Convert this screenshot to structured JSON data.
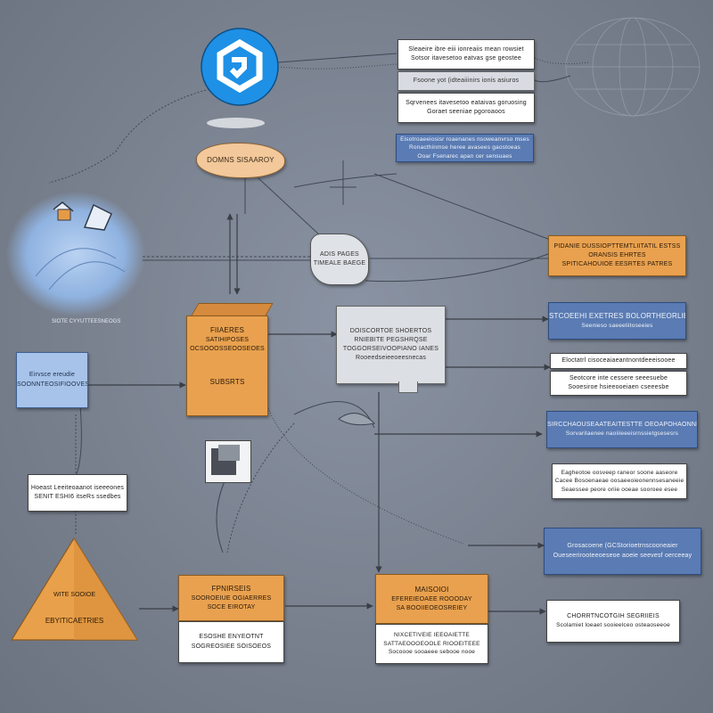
{
  "logo": {
    "icon": "hexagon-logo-icon",
    "color": "#1e90e6"
  },
  "cloud_bubble": {
    "label": "DOMNS SISAAROY"
  },
  "hub_node": {
    "lines": [
      "ADIS PAGES",
      "TIMEALE BAEGE"
    ]
  },
  "top_stack": {
    "top_lines": [
      "Sleaeire ibre eiii ionreaiis mean rowsiet",
      "Sotsor itavesetoo eatvas gse geostee"
    ],
    "middle_lines": [
      "Fsoone yot (idteaiiinirs ionis asiuros"
    ],
    "bottom_lines": [
      "Sqrvenees itavesetoo eataivas goruosing",
      "Goraet seeniae pgoroaoos"
    ]
  },
  "blue_top_right": {
    "lines": [
      "Eisotroaeeiosisr roaenanes nsoweanvrso mses",
      "Ronacthinmse heree avasees gaostoeas",
      "Ooar Fsenarec apan cer sensuaes"
    ]
  },
  "orange_right": {
    "lines": [
      "PIDANIE DUSSIOPTTEMTLIITATIL ESTSS",
      "ORANSIS EHRTES",
      "SPITICAHOUIOE EESRTES PATRES"
    ]
  },
  "blue_right_2": {
    "lines": [
      "STCOEEHI EXETRES BOLORTHEORLIEHEN",
      "Seenieso saeeeliitoseeies"
    ]
  },
  "white_right_stack": {
    "top": "Eloctatrl cisoceaiaeantnontdeeeisooee",
    "bottom": [
      "Seotcore inte cessere seeesuebe",
      "Sooesiroe hsieeooeiaen cseeesbe"
    ]
  },
  "blue_right_3": {
    "lines": [
      "SIRCCHAOUSEAATEAITESTTE OEOAPOHAONNIDS",
      "Sorvaritaenee naoiiieeeisrnssietgsesesrs"
    ]
  },
  "white_right_4": {
    "lines": [
      "Eagheotoe oosveep raneor soone aaseore",
      "Cacee Bosoenaeae oosaeeoieonennsesaneeie",
      "Seaessee peore oriie ooeae sooroee esee"
    ]
  },
  "blue_right_5": {
    "lines": [
      "Grosacoene (GCStorioetrnscooneaier",
      "Oueseerirooteeoeseoe aoeie seevesf oerceeay"
    ]
  },
  "white_right_6": {
    "lines": [
      "CHORRTNCOTGIH SEGRIIEIS",
      "Scolamiet loeaet sooieelceo osteaoseeoe"
    ]
  },
  "grey_center": {
    "lines": [
      "DOISCORTOE SHOERTOS",
      "RNIEBITE PEGSHRQSE",
      "TOGGORSEIVOOPIANO IANES",
      "Rooeedseieeoeesnecas"
    ]
  },
  "orange_center": {
    "lines": [
      "FIIAERES",
      "SATIHIPOSES",
      "OCSOOOSSEOOSEOES",
      "SUBSRTS"
    ]
  },
  "lightblue_left": {
    "lines": [
      "Eirvsce ereudie",
      "SOONNTEOSIFIOOVES"
    ]
  },
  "cloud_caption": {
    "label": "SIOTE CYYUTTEESNEOGS"
  },
  "white_left": {
    "lines": [
      "Hoeast Leeiteoaanot iseeeones",
      "SENIT ESHI6 itseRs ssedbes"
    ]
  },
  "pyramid": {
    "lines": [
      "WITE SOOIOE",
      "EBYITICAETRIES"
    ],
    "color": "#e9a04a"
  },
  "bottom_left_stack": {
    "top": [
      "FPNIRSEIS",
      "SOOROEIUE OGIAERRES",
      "SOCE EIROTAY"
    ],
    "bottom": [
      "ESOSHE ENYEOTNT",
      "SOGREOSIEE SOISOEOS"
    ]
  },
  "bottom_right_stack": {
    "top": [
      "MAISOIOI",
      "EFEREIEOAEE ROOODAY",
      "SA BOOIIEOEOSREIEY"
    ],
    "bottom": [
      "NIXCETIVEIE IEEOAIETTE",
      "SATTAEOOOEOOLE RIOOEITEEE",
      "Socoooe sooaeee sebooe nooe"
    ]
  }
}
